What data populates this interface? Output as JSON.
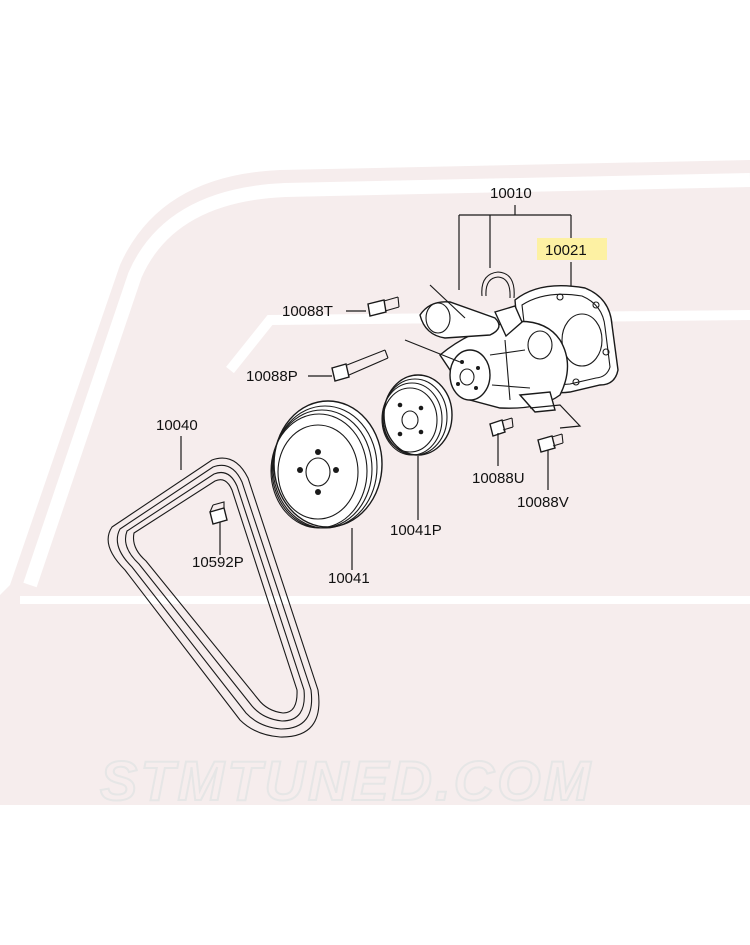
{
  "watermark": {
    "text": "STMTUNED.COM"
  },
  "colors": {
    "highlight": "#fdf1a3",
    "line": "#1a1a1a",
    "watermark": "#f6eded"
  },
  "parts": {
    "water_pump_assembly": "10010",
    "gasket": "10021",
    "bolt_t": "10088T",
    "bolt_p": "10088P",
    "bolt_u": "10088U",
    "bolt_v": "10088V",
    "drive_belt": "10040",
    "crank_pulley": "10041",
    "pump_pulley": "10041P",
    "pulley_bolt": "10592P"
  }
}
